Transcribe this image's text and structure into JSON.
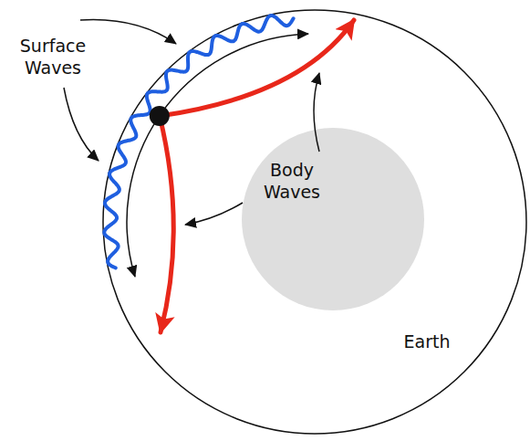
{
  "diagram": {
    "labels": [
      "Surface Waves",
      "Body Waves",
      "Earth"
    ]
  }
}
